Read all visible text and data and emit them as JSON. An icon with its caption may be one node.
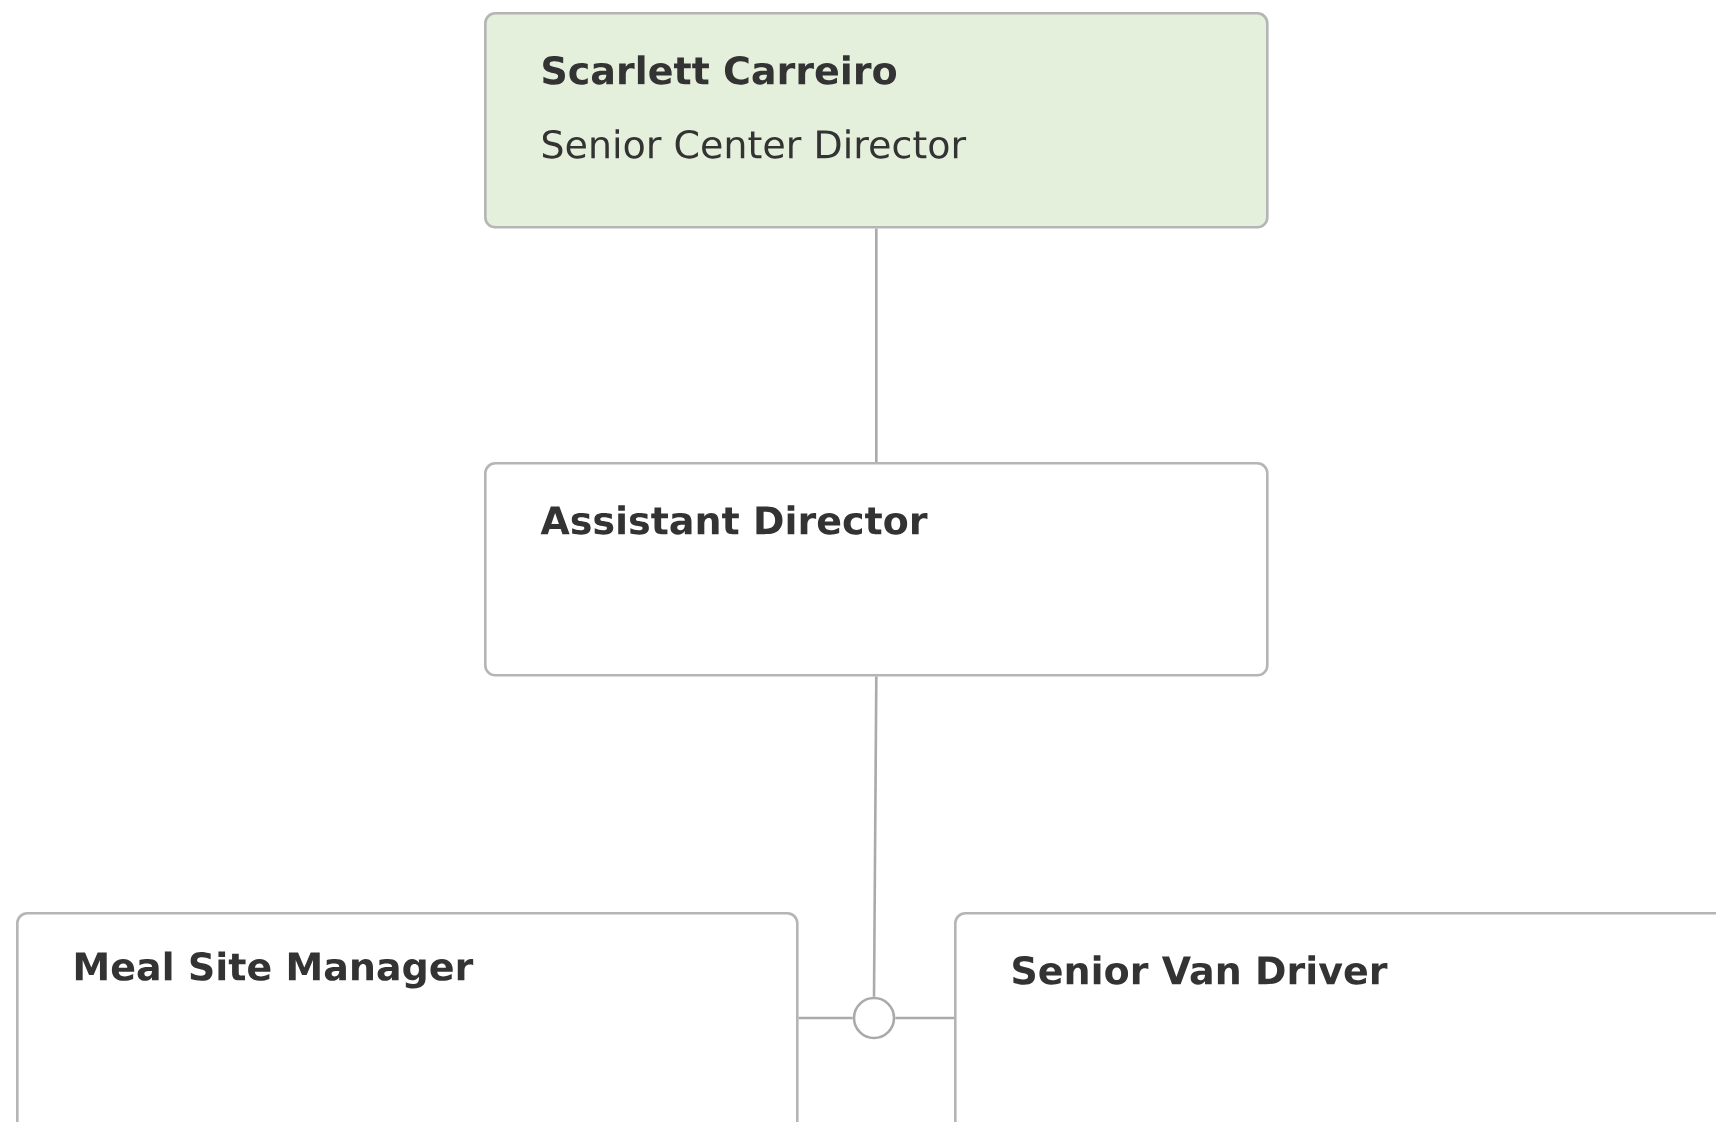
{
  "diagram": {
    "nodes": [
      {
        "text": [
          "Scarlett Carreiro",
          "Senior Center Director"
        ]
      },
      {
        "text": [
          "Assistant Director"
        ]
      },
      {
        "text": [
          "Meal Site Manager"
        ]
      },
      {
        "text": [
          "Senior Van Driver"
        ]
      },
      {
        "text": [],
        "shape": "circle"
      }
    ],
    "edges": [
      {
        "from": 0,
        "to": 1,
        "arrow": "none"
      },
      {
        "from": 1,
        "to": 4,
        "arrow": "none"
      },
      {
        "from": 4,
        "to": 2,
        "arrow": "none"
      },
      {
        "from": 4,
        "to": 3,
        "arrow": "none"
      }
    ]
  }
}
